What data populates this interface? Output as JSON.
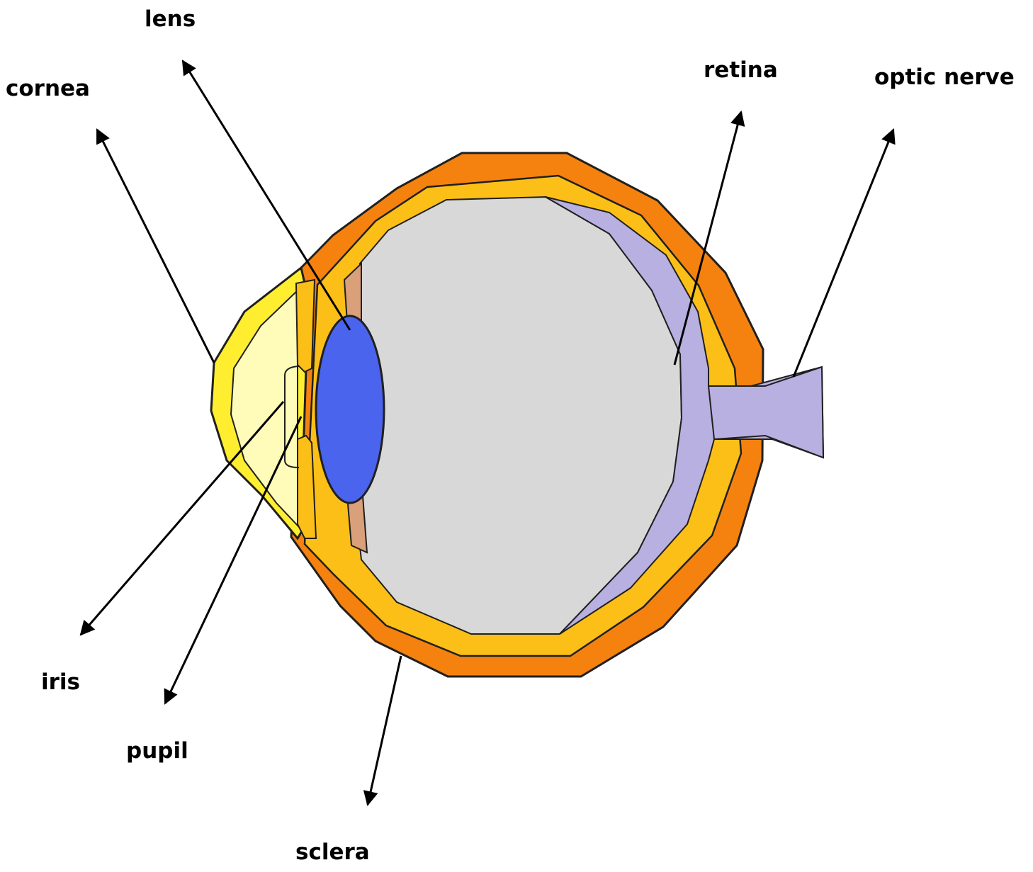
{
  "labels": {
    "lens": "lens",
    "cornea": "cornea",
    "retina": "retina",
    "optic_nerve": "optic nerve",
    "iris": "iris",
    "pupil": "pupil",
    "sclera": "sclera"
  },
  "colors": {
    "sclera_outer": "#f5820f",
    "choroid": "#fcbf17",
    "cornea": "#ffee30",
    "aqueous": "#fffbb8",
    "vitreous": "#d8d8d8",
    "retina": "#b8b0e0",
    "lens": "#4a64ee",
    "ligament": "#d9a07a",
    "outline": "#202020"
  }
}
